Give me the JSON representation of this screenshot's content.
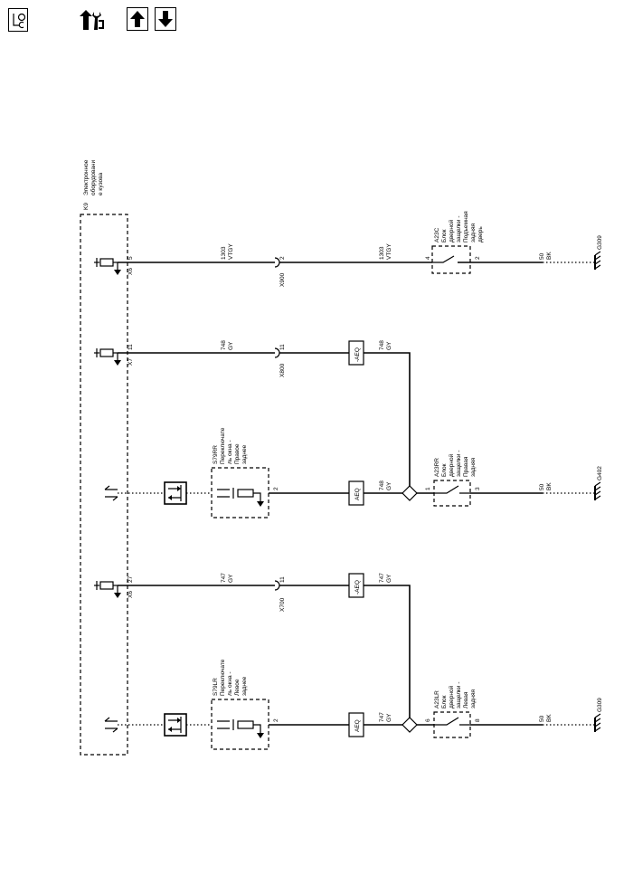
{
  "toolbar": {
    "icons": [
      "location-icon",
      "diagnostic-tool-icon",
      "arrow-up-icon",
      "arrow-down-icon"
    ]
  },
  "module_k9": {
    "id": "K9",
    "name": [
      "Электронное",
      "оборудовани",
      "е кузова"
    ]
  },
  "circuits": {
    "c1": {
      "connector": "X6",
      "pin": "5",
      "wire1": {
        "num": "1303",
        "color": "VTGY"
      },
      "inline": {
        "name": "X900",
        "pin": "2"
      },
      "wire2": {
        "num": "1303",
        "color": "VTGY"
      },
      "component": {
        "id": "A23C",
        "name": [
          "Блок",
          "дверной",
          "защелки -",
          "Подъемная",
          "задняя",
          "дверь"
        ],
        "pin_in": "4",
        "pin_out": "2"
      },
      "ground_wire": {
        "num": "50",
        "color": "BK"
      },
      "ground": "G309"
    },
    "c2": {
      "connector": "X7",
      "pin": "11",
      "wire1": {
        "num": "748",
        "color": "GY"
      },
      "inline": {
        "name": "X800",
        "pin": "11"
      },
      "aeq": "-AEQ",
      "wire2": {
        "num": "748",
        "color": "GY"
      }
    },
    "c3": {
      "switch": {
        "id": "S79RR",
        "name": [
          "Переключате",
          "ль окна -",
          "Правое",
          "заднее"
        ],
        "pin": "2"
      },
      "aeq": "AEQ",
      "wire": {
        "num": "748",
        "color": "GY"
      },
      "component": {
        "id": "A23RR",
        "name": [
          "Блок",
          "дверной",
          "защелки -",
          "Правая",
          "задняя"
        ],
        "pin_in": "1",
        "pin_out": "3"
      },
      "ground_wire": {
        "num": "50",
        "color": "BK"
      },
      "ground": "G402"
    },
    "c4": {
      "connector": "X6",
      "pin": "27",
      "wire1": {
        "num": "747",
        "color": "GY"
      },
      "inline": {
        "name": "X700",
        "pin": "11"
      },
      "aeq": "-AEQ",
      "wire2": {
        "num": "747",
        "color": "GY"
      }
    },
    "c5": {
      "switch": {
        "id": "S79LR",
        "name": [
          "Переключате",
          "ль окна -",
          "Левое",
          "заднее"
        ],
        "pin": "2"
      },
      "aeq": "AEQ",
      "wire": {
        "num": "747",
        "color": "GY"
      },
      "component": {
        "id": "A23LR",
        "name": [
          "Блок",
          "дверной",
          "защелки -",
          "Левая",
          "задняя"
        ],
        "pin_in": "6",
        "pin_out": "8"
      },
      "ground_wire": {
        "num": "50",
        "color": "BK"
      },
      "ground": "G309"
    }
  }
}
